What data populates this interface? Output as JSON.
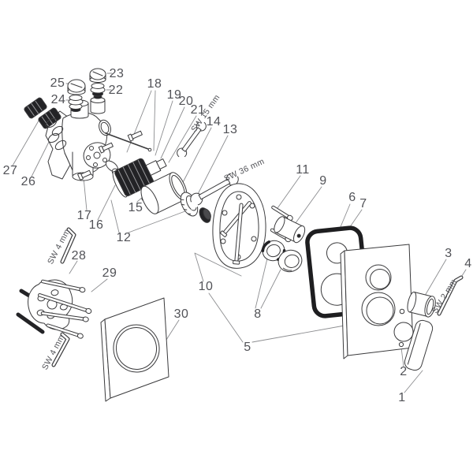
{
  "diagram_title": "",
  "labels": {
    "p1": "1",
    "p2": "2",
    "p3": "3",
    "p4": "4",
    "p5": "5",
    "p6": "6",
    "p7": "7",
    "p8": "8",
    "p9": "9",
    "p10": "10",
    "p11": "11",
    "p12": "12",
    "p13": "13",
    "p14": "14",
    "p15": "15",
    "p16": "16",
    "p17": "17",
    "p18": "18",
    "p19": "19",
    "p20": "20",
    "p21": "21",
    "p22": "22",
    "p23": "23",
    "p24": "24",
    "p25": "25",
    "p26": "26",
    "p27": "27",
    "p28": "28",
    "p29": "29",
    "p30": "30"
  },
  "tools": {
    "sw15": "SW 15 mm",
    "sw36": "SW 36 mm",
    "sw2": "SW 2 mm",
    "sw4_upper": "SW 4 mm",
    "sw4_lower": "SW 4 mm"
  },
  "colors": {
    "background": "#ffffff",
    "line": "#3a3a3c",
    "dark_fill": "#232326",
    "label_text": "#515257",
    "leader_line": "#8c8d90"
  }
}
